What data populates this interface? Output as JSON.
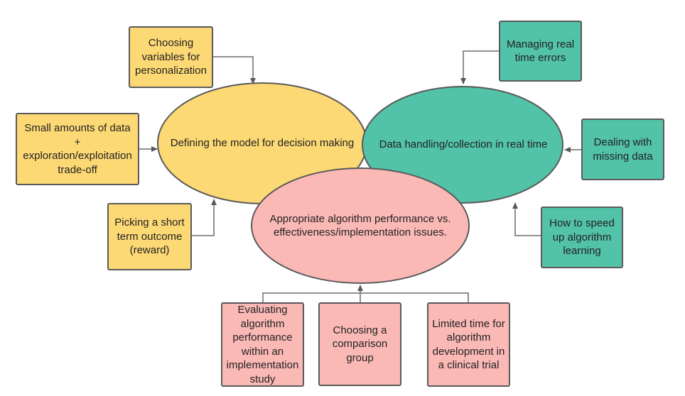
{
  "colors": {
    "model": "#fdd975",
    "data": "#52c2a8",
    "algorithm": "#fbb9b6",
    "border": "#5a5a5a",
    "connector": "#6b6b6b"
  },
  "ellipses": {
    "model": "Defining the model for decision making",
    "data": "Data handling/collection in real time",
    "algorithm": "Appropriate algorithm performance vs. effectiveness/implementation issues."
  },
  "boxes": {
    "choosing_variables": "Choosing variables for personalization",
    "small_amounts": "Small amounts of data + exploration/exploitation trade-off",
    "picking_outcome": "Picking a short term outcome (reward)",
    "managing_errors": "Managing real time errors",
    "missing_data": "Dealing with missing data",
    "speed_learning": "How to speed up algorithm learning",
    "evaluating": "Evaluating algorithm performance within an implementation study",
    "comparison": "Choosing a comparison group",
    "limited_time": "Limited time for algorithm development in a clinical trial"
  }
}
